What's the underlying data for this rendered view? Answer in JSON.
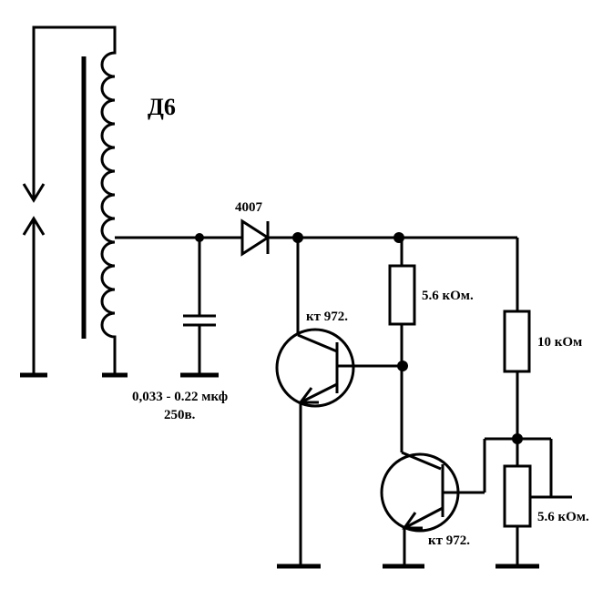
{
  "labels": {
    "inductor": "Д6",
    "diode": "4007",
    "transistor_1": "кт 972.",
    "transistor_2": "кт 972.",
    "resistor_1": "5.6 кОм.",
    "resistor_2": "10 кОм",
    "resistor_3": "5.6 кОм.",
    "capacitor_value": "0,033 - 0.22 мкф",
    "capacitor_voltage": "250в."
  }
}
